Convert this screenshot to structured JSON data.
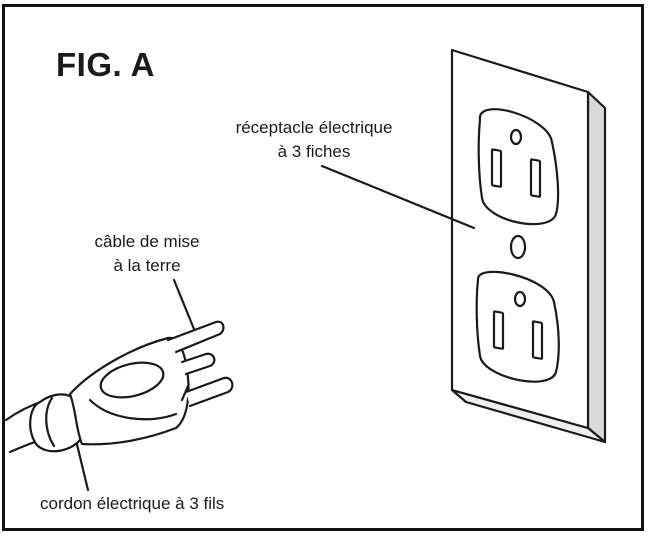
{
  "figure": {
    "title": "FIG. A"
  },
  "labels": {
    "receptacle": [
      "réceptacle électrique",
      "à 3 fiches"
    ],
    "ground": [
      "câble de mise",
      "à la terre"
    ],
    "cord": "cordon électrique à 3 fils"
  },
  "colors": {
    "line": "#1a1a1a",
    "plate_fill": "#ffffff",
    "plate_shadow": "#d9d9d9"
  }
}
